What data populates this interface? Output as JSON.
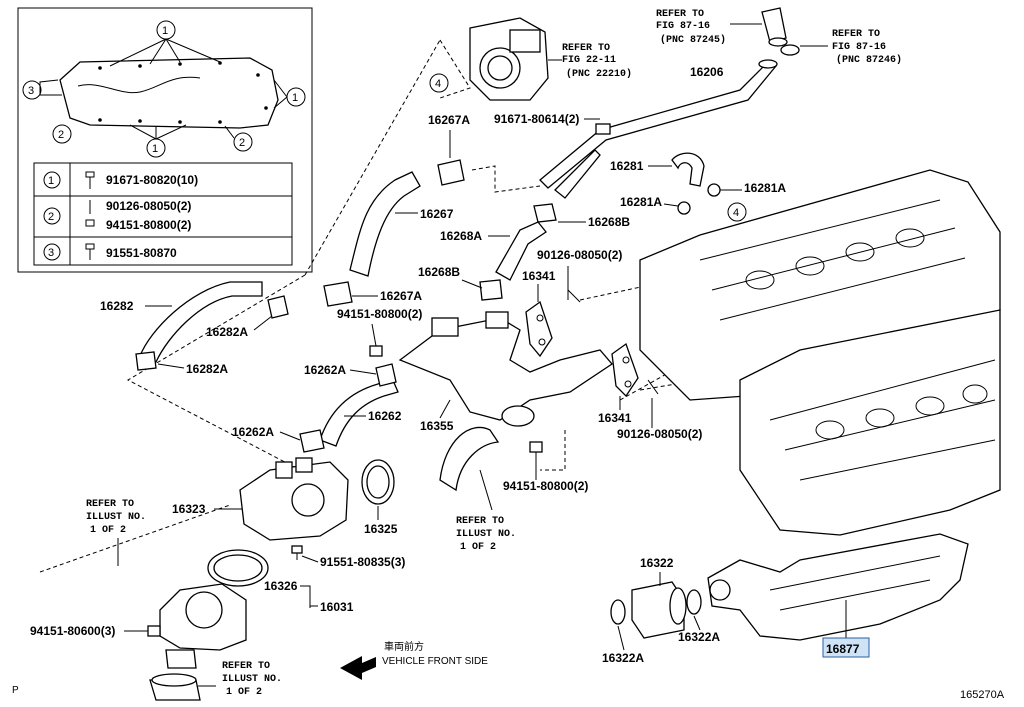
{
  "callouts": {
    "c1": "1",
    "c2": "2",
    "c3": "3",
    "c4": "4"
  },
  "legend": {
    "rows": [
      {
        "key": "1",
        "parts": [
          "91671-80820(10)"
        ]
      },
      {
        "key": "2",
        "parts": [
          "90126-08050(2)",
          "94151-80800(2)"
        ]
      },
      {
        "key": "3",
        "parts": [
          "91551-80870"
        ]
      }
    ]
  },
  "refs": {
    "fig22": [
      "REFER TO",
      "FIG 22-11",
      "(PNC 22210)"
    ],
    "fig87a": [
      "REFER TO",
      "FIG  87-16",
      "(PNC 87245)"
    ],
    "fig87b": [
      "REFER TO",
      "FIG  87-16",
      "(PNC 87246)"
    ],
    "illust_left": [
      "REFER TO",
      "ILLUST NO.",
      "1 OF 2"
    ],
    "illust_mid": [
      "REFER TO",
      "ILLUST NO.",
      "1 OF 2"
    ],
    "illust_bottom": [
      "REFER TO",
      "ILLUST NO.",
      "1 OF 2"
    ]
  },
  "labels": {
    "p16206": "16206",
    "p91671_80614": "91671-80614(2)",
    "p16267A_top": "16267A",
    "p16267": "16267",
    "p16268A": "16268A",
    "p16268B_top": "16268B",
    "p16268B": "16268B",
    "p16267A": "16267A",
    "p16281": "16281",
    "p16281A_r": "16281A",
    "p16281A_l": "16281A",
    "p90126_top": "90126-08050(2)",
    "p16341_top": "16341",
    "p94151_top": "94151-80800(2)",
    "p16282": "16282",
    "p16282A_top": "16282A",
    "p16282A_bot": "16282A",
    "p16262A_top": "16262A",
    "p16262": "16262",
    "p16262A_bot": "16262A",
    "p16355": "16355",
    "p16341_bot": "16341",
    "p90126_bot": "90126-08050(2)",
    "p94151_mid": "94151-80800(2)",
    "p16323": "16323",
    "p16325": "16325",
    "p91551_80835": "91551-80835(3)",
    "p16326": "16326",
    "p16031": "16031",
    "p94151_80600": "94151-80600(3)",
    "p16322": "16322",
    "p16322A_r": "16322A",
    "p16322A_l": "16322A",
    "p16877": "16877"
  },
  "direction": {
    "jp": "車両前方",
    "en": "VEHICLE FRONT SIDE"
  },
  "footer": {
    "left": "P",
    "right": "165270A"
  },
  "colors": {
    "highlight_fill": "#cfe3f7",
    "highlight_stroke": "#2b5f9e"
  }
}
